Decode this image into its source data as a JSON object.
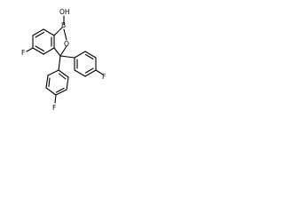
{
  "molecule": {
    "atoms": {
      "hydroxyl": "OH",
      "boron": "B",
      "ring_oxygen": "O",
      "fluorine_core": "F",
      "fluorine_ring_a": "F",
      "fluorine_ring_b": "F"
    }
  },
  "colors": {
    "bond": "#000000",
    "label": "#000000",
    "background": "#ffffff"
  }
}
